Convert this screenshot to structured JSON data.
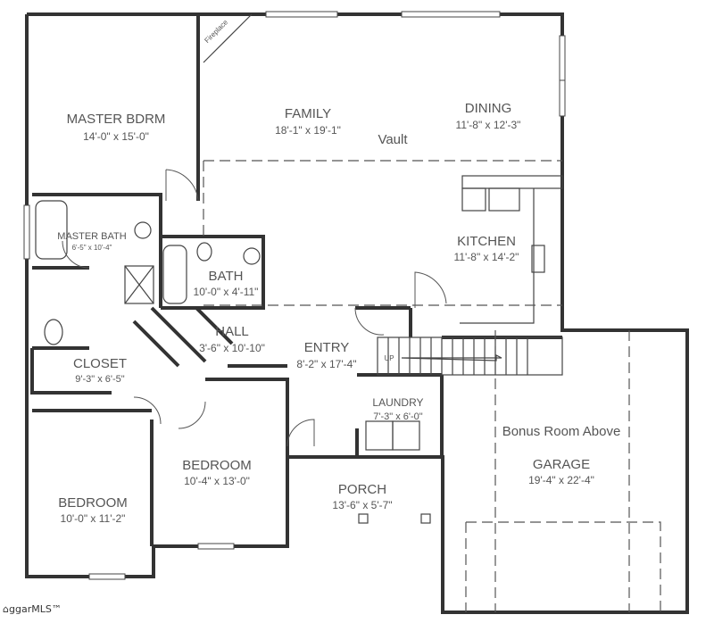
{
  "rooms": {
    "master_bdrm": {
      "name": "MASTER BDRM",
      "size": "14'-0\" x 15'-0\""
    },
    "family": {
      "name": "FAMILY",
      "size": "18'-1\" x 19'-1\""
    },
    "vault": "Vault",
    "dining": {
      "name": "DINING",
      "size": "11'-8\" x 12'-3\""
    },
    "kitchen": {
      "name": "KITCHEN",
      "size": "11'-8\" x 14'-2\""
    },
    "master_bath": {
      "name": "MASTER BATH",
      "size": "6'-5\" x 10'-4\""
    },
    "bath": {
      "name": "BATH",
      "size": "10'-0\" x 4'-11\""
    },
    "hall": {
      "name": "HALL",
      "size": "3'-6\" x 10'-10\""
    },
    "closet": {
      "name": "CLOSET",
      "size": "9'-3\" x 6'-5\""
    },
    "entry": {
      "name": "ENTRY",
      "size": "8'-2\" x 17'-4\""
    },
    "laundry": {
      "name": "LAUNDRY",
      "size": "7'-3\" x 6'-0\""
    },
    "bonus": "Bonus Room Above",
    "garage": {
      "name": "GARAGE",
      "size": "19'-4\" x 22'-4\""
    },
    "bedroom_center": {
      "name": "BEDROOM",
      "size": "10'-4\" x 13'-0\""
    },
    "porch": {
      "name": "PORCH",
      "size": "13'-6\" x 5'-7\""
    },
    "bedroom_left": {
      "name": "BEDROOM",
      "size": "10'-0\" x 11'-2\""
    }
  },
  "annotations": {
    "fireplace": "Fireplace",
    "stairs_up": "UP"
  },
  "logo": "ggarMLS™"
}
